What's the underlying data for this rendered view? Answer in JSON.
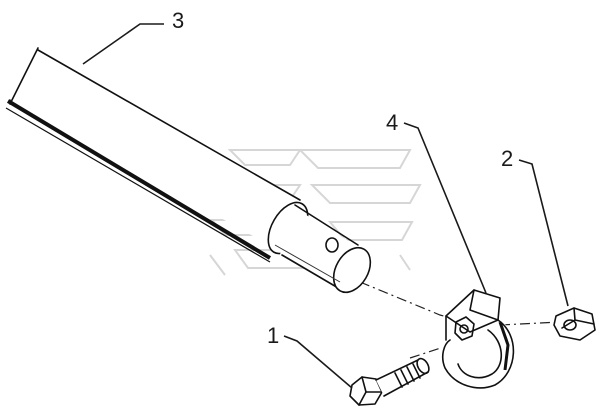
{
  "callouts": [
    {
      "id": "1",
      "label": "1"
    },
    {
      "id": "2",
      "label": "2"
    },
    {
      "id": "3",
      "label": "3"
    },
    {
      "id": "4",
      "label": "4"
    }
  ],
  "parts": {
    "bolt": "hex-bolt",
    "nut": "hex-nut",
    "shaft": "tube-shaft",
    "clamp": "clamp-bracket"
  }
}
